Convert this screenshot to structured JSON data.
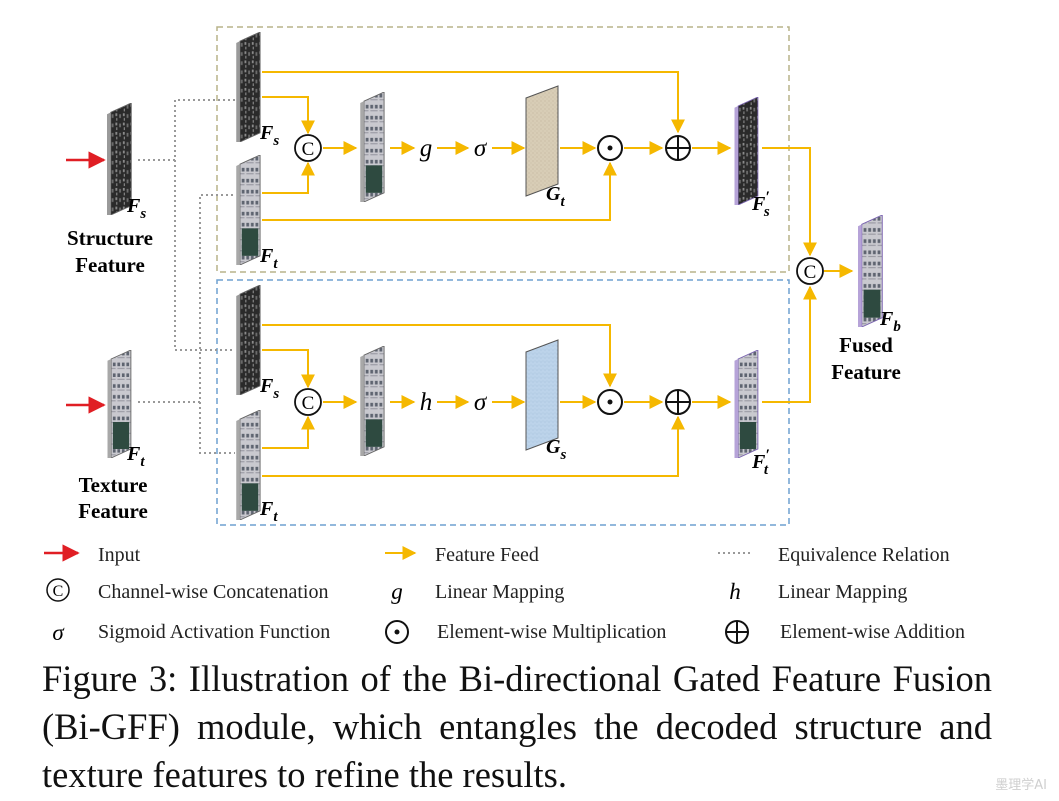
{
  "inputs": {
    "structure": {
      "symbol": "F",
      "sub": "s",
      "label_line1": "Structure",
      "label_line2": "Feature"
    },
    "texture": {
      "symbol": "F",
      "sub": "t",
      "label_line1": "Texture",
      "label_line2": "Feature"
    }
  },
  "top_branch": {
    "in1": {
      "symbol": "F",
      "sub": "s"
    },
    "in2": {
      "symbol": "F",
      "sub": "t"
    },
    "mapping": "g",
    "activation": "σ",
    "gate": {
      "symbol": "G",
      "sub": "t"
    },
    "output": {
      "symbol": "F",
      "prime": "′",
      "sub": "s"
    }
  },
  "bottom_branch": {
    "in1": {
      "symbol": "F",
      "sub": "s"
    },
    "in2": {
      "symbol": "F",
      "sub": "t"
    },
    "mapping": "h",
    "activation": "σ",
    "gate": {
      "symbol": "G",
      "sub": "s"
    },
    "output": {
      "symbol": "F",
      "prime": "′",
      "sub": "t"
    }
  },
  "fused": {
    "symbol": "F",
    "sub": "b",
    "label_line1": "Fused",
    "label_line2": "Feature"
  },
  "ops": {
    "concat": "C",
    "mult": "⊙",
    "add": "⊕"
  },
  "legend": [
    {
      "icon": "red-arrow",
      "text": "Input"
    },
    {
      "icon": "orange-arrow",
      "text": "Feature Feed"
    },
    {
      "icon": "dotted-line",
      "text": "Equivalence Relation"
    },
    {
      "icon": "circled-c",
      "text": "Channel-wise Concatenation"
    },
    {
      "icon": "g",
      "text": "Linear Mapping"
    },
    {
      "icon": "h",
      "text": "Linear Mapping"
    },
    {
      "icon": "σ",
      "text": "Sigmoid Activation Function"
    },
    {
      "icon": "odot",
      "text": "Element-wise Multiplication"
    },
    {
      "icon": "oplus",
      "text": "Element-wise Addition"
    }
  ],
  "caption": "Figure 3: Illustration of the Bi-directional Gated Feature Fusion (Bi-GFF) module, which entangles the decoded structure and texture features to refine the results.",
  "watermark": "墨理学AI",
  "colors": {
    "feature_feed": "#f5b800",
    "input": "#e01e24",
    "top_box": "#b8b48a",
    "bottom_box": "#6fa0d0",
    "gate_t": "#d8cdb6",
    "gate_s": "#bcd3ea",
    "output": "#b6a3d8",
    "dotted": "#999999"
  }
}
